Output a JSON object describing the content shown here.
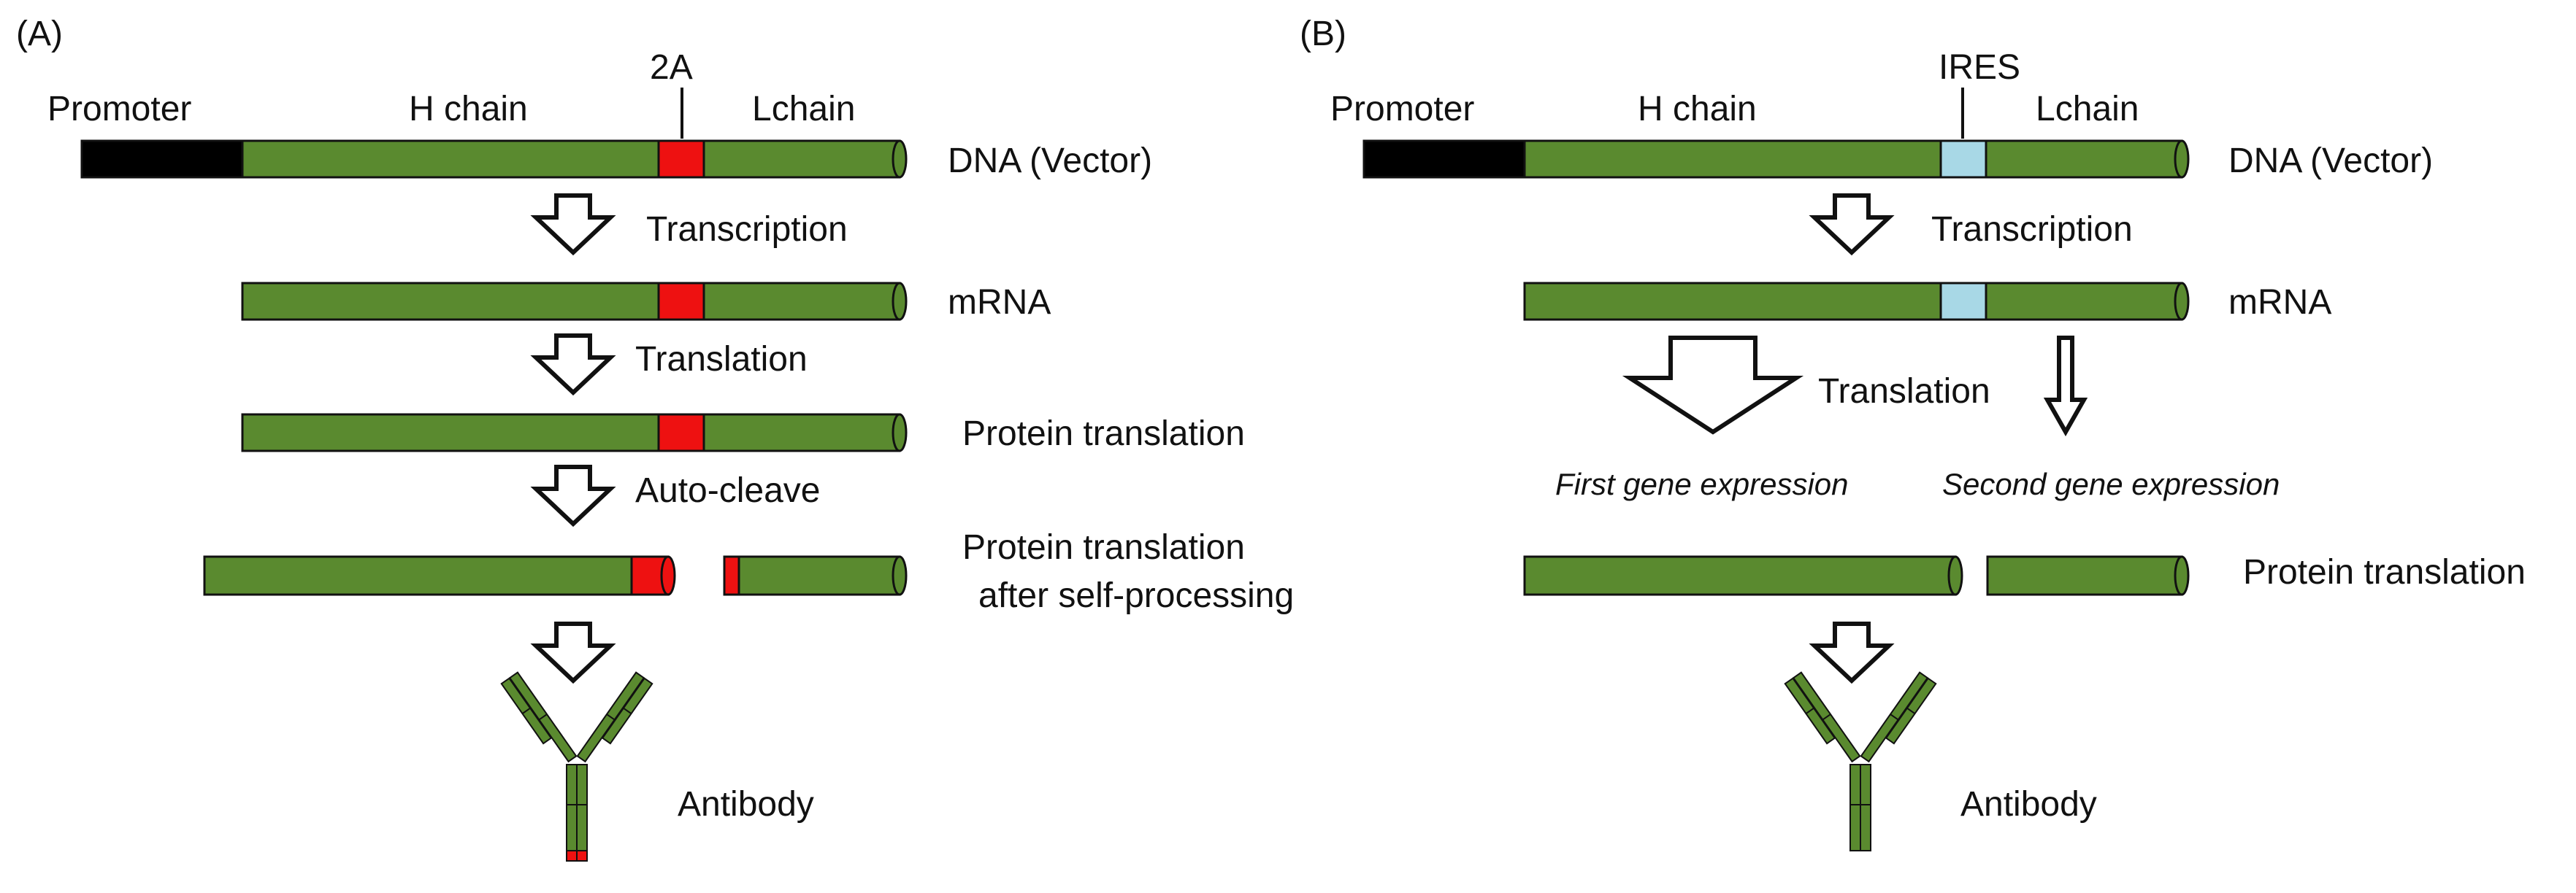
{
  "colors": {
    "gene": "#5a8a2f",
    "promoter": "#000000",
    "linker_2a": "#ee1111",
    "linker_ires": "#a8d8e6"
  },
  "panel_a": {
    "panel_label": "(A)",
    "promoter_label": "Promoter",
    "h_chain_label": "H chain",
    "linker_label": "2A",
    "l_chain_label": "Lchain",
    "dna_label": "DNA (Vector)",
    "transcription_label": "Transcription",
    "mrna_label": "mRNA",
    "translation_label": "Translation",
    "protein_label": "Protein translation",
    "autocleave_label": "Auto-cleave",
    "processed_label_1": "Protein translation",
    "processed_label_2": "after self-processing",
    "antibody_label": "Antibody"
  },
  "panel_b": {
    "panel_label": "(B)",
    "promoter_label": "Promoter",
    "h_chain_label": "H chain",
    "linker_label": "IRES",
    "l_chain_label": "Lchain",
    "dna_label": "DNA (Vector)",
    "transcription_label": "Transcription",
    "mrna_label": "mRNA",
    "translation_label": "Translation",
    "first_expression_label": "First gene expression",
    "second_expression_label": "Second gene expression",
    "protein_label": "Protein translation",
    "antibody_label": "Antibody"
  }
}
